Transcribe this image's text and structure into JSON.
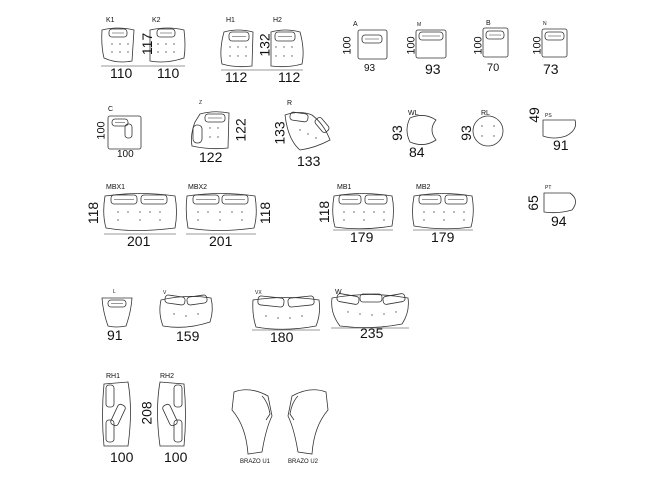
{
  "modules": [
    {
      "id": "k1",
      "code": "K1",
      "width": "110",
      "depth": "117"
    },
    {
      "id": "k2",
      "code": "K2",
      "width": "110",
      "depth": "117"
    },
    {
      "id": "h1",
      "code": "H1",
      "width": "112",
      "depth": "132"
    },
    {
      "id": "h2",
      "code": "H2",
      "width": "112",
      "depth": "132"
    },
    {
      "id": "a",
      "code": "A",
      "width": "93",
      "depth": "100"
    },
    {
      "id": "m",
      "code": "M",
      "width": "93",
      "depth": "100"
    },
    {
      "id": "b",
      "code": "B",
      "width": "70",
      "depth": "100"
    },
    {
      "id": "n",
      "code": "N",
      "width": "73",
      "depth": "100"
    },
    {
      "id": "c",
      "code": "C",
      "width": "100",
      "depth": "100"
    },
    {
      "id": "z",
      "code": "Z",
      "width": "122",
      "depth": "122"
    },
    {
      "id": "r",
      "code": "R",
      "width": "133",
      "depth": "133"
    },
    {
      "id": "wl",
      "code": "WL",
      "width": "84",
      "depth": "93"
    },
    {
      "id": "rl",
      "code": "RL",
      "width": "",
      "depth": "93"
    },
    {
      "id": "ps",
      "code": "PS",
      "width": "91",
      "depth": "49"
    },
    {
      "id": "mbx1",
      "code": "MBX1",
      "width": "201",
      "depth": "118"
    },
    {
      "id": "mbx2",
      "code": "MBX2",
      "width": "201",
      "depth": "118"
    },
    {
      "id": "mb1",
      "code": "MB1",
      "width": "179",
      "depth": "118"
    },
    {
      "id": "mb2",
      "code": "MB2",
      "width": "179",
      "depth": ""
    },
    {
      "id": "pt",
      "code": "PT",
      "width": "94",
      "depth": "65"
    },
    {
      "id": "l",
      "code": "L",
      "width": "91",
      "depth": ""
    },
    {
      "id": "v",
      "code": "V",
      "width": "159",
      "depth": ""
    },
    {
      "id": "vx",
      "code": "VX",
      "width": "180",
      "depth": ""
    },
    {
      "id": "w",
      "code": "W",
      "width": "235",
      "depth": ""
    },
    {
      "id": "rh1",
      "code": "RH1",
      "width": "100",
      "depth": "208"
    },
    {
      "id": "rh2",
      "code": "RH2",
      "width": "100",
      "depth": ""
    },
    {
      "id": "brazo_u1",
      "code": "BRAZO U1",
      "width": "",
      "depth": ""
    },
    {
      "id": "brazo_u2",
      "code": "BRAZO U2",
      "width": "",
      "depth": ""
    }
  ]
}
